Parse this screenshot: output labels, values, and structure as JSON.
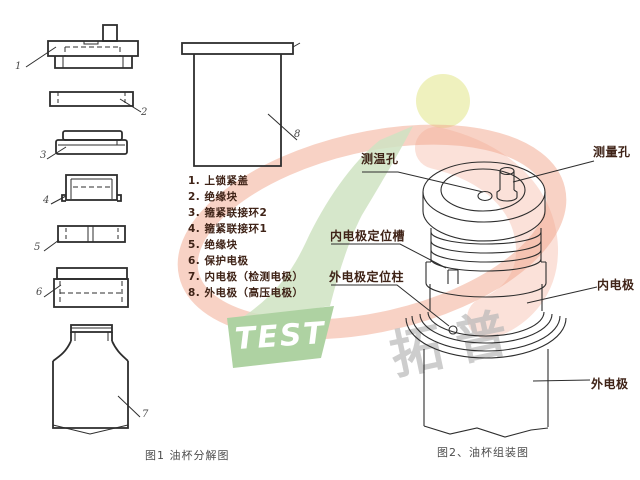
{
  "figure1": {
    "caption": "图1 油杯分解图",
    "parts_list": {
      "items": [
        "1. 上锁紧盖",
        "2. 绝缘块",
        "3. 箍紧联接环2",
        "4. 箍紧联接环1",
        "5. 绝缘块",
        "6. 保护电极",
        "7. 内电极（检测电极）",
        "8. 外电极（高压电极）"
      ]
    },
    "part_numbers": [
      "1",
      "2",
      "3",
      "4",
      "5",
      "6",
      "7",
      "8"
    ]
  },
  "figure2": {
    "caption": "图2、油杯组装图",
    "callouts": {
      "temp_hole": "测温孔",
      "measure_hole": "测量孔",
      "inner_electrode_slot": "内电极定位槽",
      "outer_electrode_post": "外电极定位柱",
      "inner_electrode": "内电极",
      "outer_electrode": "外电极"
    }
  },
  "watermark": {
    "test_label": "TEST",
    "brand_chars": "拓普",
    "colors": {
      "swoosh_red": "#f2a58c",
      "leaf_green": "#cfe3c2",
      "banner_green": "#aed2a2",
      "circle_yellow": "#eef0ba",
      "brand_gray": "#b9b9b9",
      "test_white": "#ffffff"
    }
  },
  "colors": {
    "ink": "#3f2317",
    "line": "#2d2d2d",
    "caption_gray": "#4c4c4c"
  }
}
